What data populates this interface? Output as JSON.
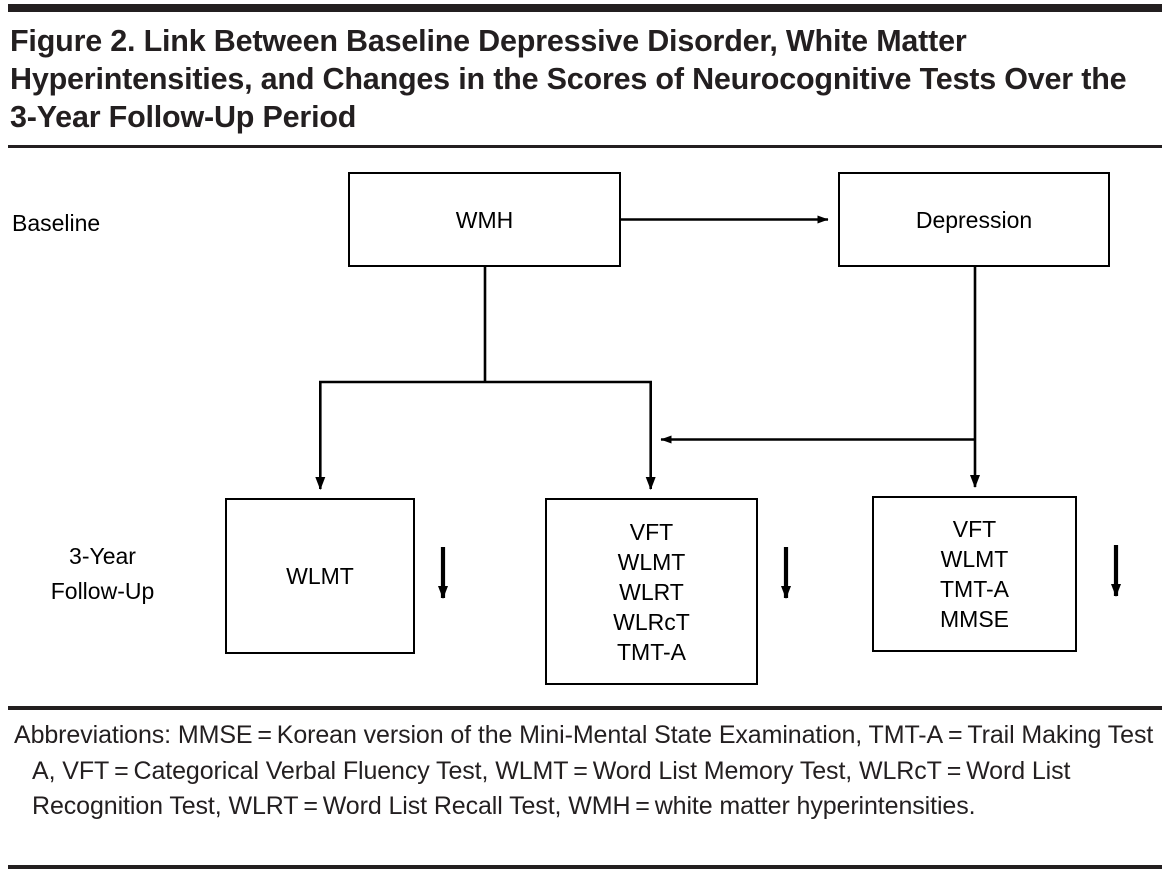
{
  "figure": {
    "title": "Figure 2. Link Between Baseline Depressive Disorder, White Matter Hyperintensities, and Changes in the Scores of Neurocognitive Tests Over the 3-Year Follow-Up Period"
  },
  "diagram": {
    "row_labels": {
      "baseline": "Baseline",
      "followup": "3-Year\nFollow-Up"
    },
    "nodes": {
      "wmh": "WMH",
      "depression": "Depression",
      "outcome_wlmt": "WLMT",
      "outcome_middle": "VFT\nWLMT\nWLRT\nWLRcT\nTMT-A",
      "outcome_right": "VFT\nWLMT\nTMT-A\nMMSE"
    },
    "decline_arrow_symbol": "down-arrow",
    "edges": [
      {
        "from": "WMH",
        "to": "Depression",
        "direction": "right"
      },
      {
        "from": "WMH",
        "to": "WLMT",
        "direction": "down"
      },
      {
        "from": "WMH",
        "to": "VFT WLMT WLRT WLRcT TMT-A",
        "direction": "down"
      },
      {
        "from": "Depression",
        "to": "VFT WLMT TMT-A MMSE",
        "direction": "down"
      },
      {
        "from": "Depression",
        "to": "VFT WLMT WLRT WLRcT TMT-A",
        "direction": "left"
      }
    ],
    "colors": {
      "line": "#000000",
      "rule": "#231f20",
      "background": "#ffffff"
    }
  },
  "footnote": {
    "text": "Abbreviations: MMSE = Korean version of the Mini-Mental State Examination, TMT-A = Trail Making Test A, VFT = Categorical Verbal Fluency Test, WLMT = Word List Memory Test, WLRcT = Word List Recognition Test, WLRT = Word List Recall Test, WMH = white matter hyperintensities."
  }
}
